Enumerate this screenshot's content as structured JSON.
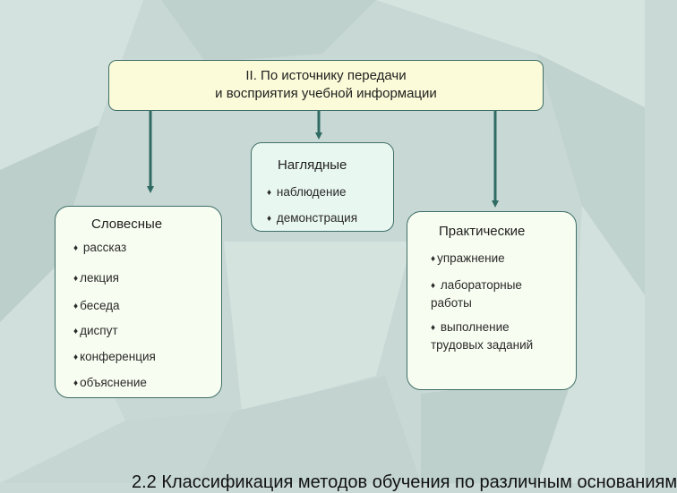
{
  "title": {
    "line1": "II. По источнику передачи",
    "line2": "и восприятия учебной информации"
  },
  "visual": {
    "heading": "Наглядные",
    "items": [
      "наблюдение",
      "демонстрация"
    ]
  },
  "verbal": {
    "heading": "Словесные",
    "items": [
      "рассказ",
      "лекция",
      "беседа",
      "диспут",
      "конференция",
      "объяснение"
    ]
  },
  "practical": {
    "heading": "Практические",
    "items": [
      "упражнение",
      "лабораторные работы",
      "выполнение трудовых заданий"
    ]
  },
  "bullet": "♦",
  "footer": "2.2 Классификация методов обучения по различным основаниям",
  "colors": {
    "connector": "#2f6b63",
    "title_fill": "#fbfbd9",
    "box_fill": "#f8fdf1"
  }
}
